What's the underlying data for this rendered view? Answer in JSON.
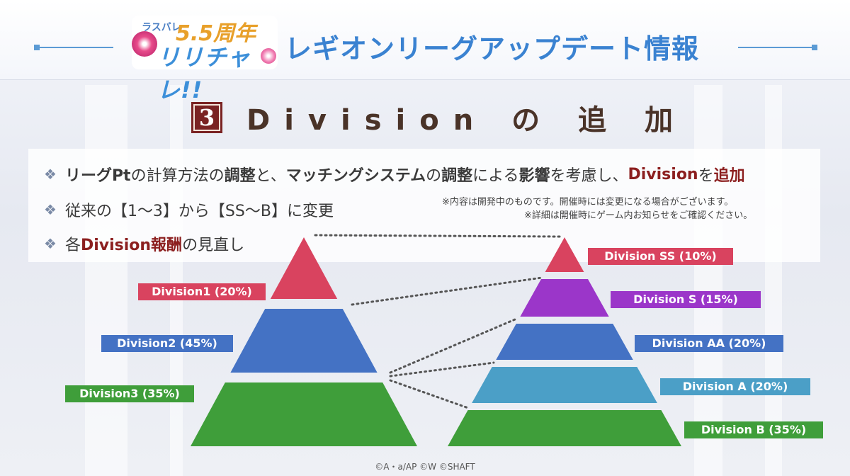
{
  "header": {
    "logo": {
      "small_text": "ラスバレ",
      "big_text": "5.5周年",
      "sub_text": "リリチャレ!!"
    },
    "title": "レギオンリーグアップデート情報"
  },
  "section": {
    "number": "3",
    "title": "Division の 追 加"
  },
  "notes": {
    "item1": {
      "p1": "リーグPt",
      "p2": "の計算方法の",
      "p3": "調整",
      "p4": "と、",
      "p5": "マッチングシステム",
      "p6": "の",
      "p7": "調整",
      "p8": "による",
      "p9": "影響",
      "p10": "を考慮し、",
      "p11": "Division",
      "p12": "を",
      "p13": "追加"
    },
    "item2": "従来の【1～3】から【SS～B】に変更",
    "item3": {
      "p1": "各",
      "p2": "Division報酬",
      "p3": "の見直し"
    },
    "disclaimer1": "※内容は開発中のものです。開催時には変更になる場合がございます。",
    "disclaimer2": "※詳細は開催時にゲーム内お知らせをご確認ください。"
  },
  "chart_data": {
    "type": "pyramid",
    "before": [
      {
        "label": "Division1 (20%)",
        "value": 20,
        "color": "#d9435f"
      },
      {
        "label": "Division2 (45%)",
        "value": 45,
        "color": "#4472c4"
      },
      {
        "label": "Division3 (35%)",
        "value": 35,
        "color": "#3f9e3a"
      }
    ],
    "after": [
      {
        "label": "Division SS (10%)",
        "value": 10,
        "color": "#d9435f"
      },
      {
        "label": "Division S (15%)",
        "value": 15,
        "color": "#9b36c9"
      },
      {
        "label": "Division AA (20%)",
        "value": 20,
        "color": "#4472c4"
      },
      {
        "label": "Division A (20%)",
        "value": 20,
        "color": "#4b9fc7"
      },
      {
        "label": "Division B (35%)",
        "value": 35,
        "color": "#3f9e3a"
      }
    ]
  },
  "footer": {
    "copyright": "©A・a/AP ©W ©SHAFT"
  }
}
